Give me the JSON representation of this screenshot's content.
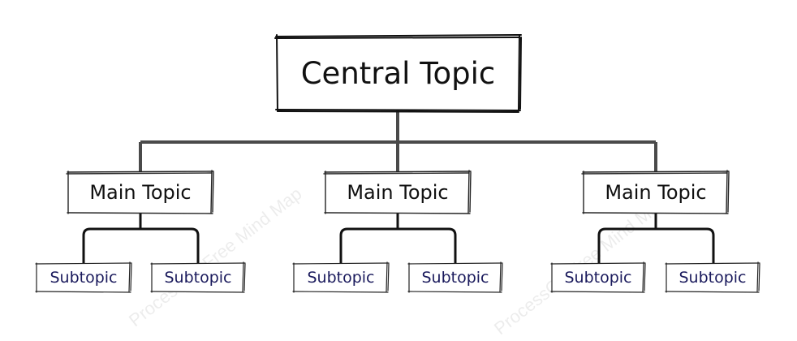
{
  "watermark": "ProcessOn Free Mind Map",
  "central_topic": "Central Topic",
  "main_topics": [
    {
      "label": "Main Topic",
      "subtopics": [
        "Subtopic",
        "Subtopic"
      ]
    },
    {
      "label": "Main Topic",
      "subtopics": [
        "Subtopic",
        "Subtopic"
      ]
    },
    {
      "label": "Main Topic",
      "subtopics": [
        "Subtopic",
        "Subtopic"
      ]
    }
  ],
  "colors": {
    "trunk_connector": "#4a4a4a",
    "branch_connector": "#111111",
    "node_border": "#111111",
    "subtopic_text": "#1a1a5c"
  }
}
